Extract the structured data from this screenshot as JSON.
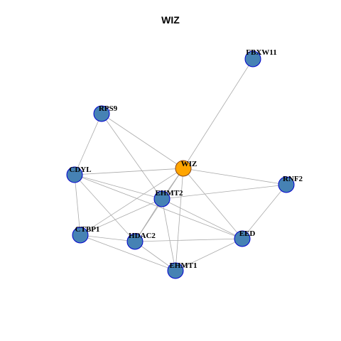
{
  "title": "WIZ",
  "colors": {
    "node_fill": "#4682B4",
    "node_stroke": "#0000CD",
    "center_fill": "#FFA500",
    "center_stroke": "#8B4513",
    "edge": "#AAAAAA"
  },
  "nodes": [
    {
      "id": "FBXW11",
      "label": "FBXW11",
      "center": false
    },
    {
      "id": "RPS9",
      "label": "RPS9",
      "center": false
    },
    {
      "id": "WIZ",
      "label": "WIZ",
      "center": true
    },
    {
      "id": "CDYL",
      "label": "CDYL",
      "center": false
    },
    {
      "id": "RNF2",
      "label": "RNF2",
      "center": false
    },
    {
      "id": "EHMT2",
      "label": "EHMT2",
      "center": false
    },
    {
      "id": "CTBP1",
      "label": "CTBP1",
      "center": false
    },
    {
      "id": "HDAC2",
      "label": "HDAC2",
      "center": false
    },
    {
      "id": "EED",
      "label": "EED",
      "center": false
    },
    {
      "id": "EHMT1",
      "label": "EHMT1",
      "center": false
    }
  ],
  "edges": [
    [
      "WIZ",
      "FBXW11"
    ],
    [
      "WIZ",
      "RPS9"
    ],
    [
      "WIZ",
      "CDYL"
    ],
    [
      "WIZ",
      "RNF2"
    ],
    [
      "WIZ",
      "EHMT2"
    ],
    [
      "WIZ",
      "CTBP1"
    ],
    [
      "WIZ",
      "HDAC2"
    ],
    [
      "WIZ",
      "EED"
    ],
    [
      "WIZ",
      "EHMT1"
    ],
    [
      "RPS9",
      "CDYL"
    ],
    [
      "RPS9",
      "EHMT2"
    ],
    [
      "CDYL",
      "EHMT2"
    ],
    [
      "CDYL",
      "CTBP1"
    ],
    [
      "CDYL",
      "HDAC2"
    ],
    [
      "CDYL",
      "EED"
    ],
    [
      "EHMT2",
      "RNF2"
    ],
    [
      "EHMT2",
      "CTBP1"
    ],
    [
      "EHMT2",
      "HDAC2"
    ],
    [
      "EHMT2",
      "EHMT1"
    ],
    [
      "EHMT2",
      "EED"
    ],
    [
      "RNF2",
      "EED"
    ],
    [
      "CTBP1",
      "HDAC2"
    ],
    [
      "CTBP1",
      "EHMT1"
    ],
    [
      "HDAC2",
      "EHMT1"
    ],
    [
      "HDAC2",
      "EED"
    ],
    [
      "EED",
      "EHMT1"
    ]
  ]
}
